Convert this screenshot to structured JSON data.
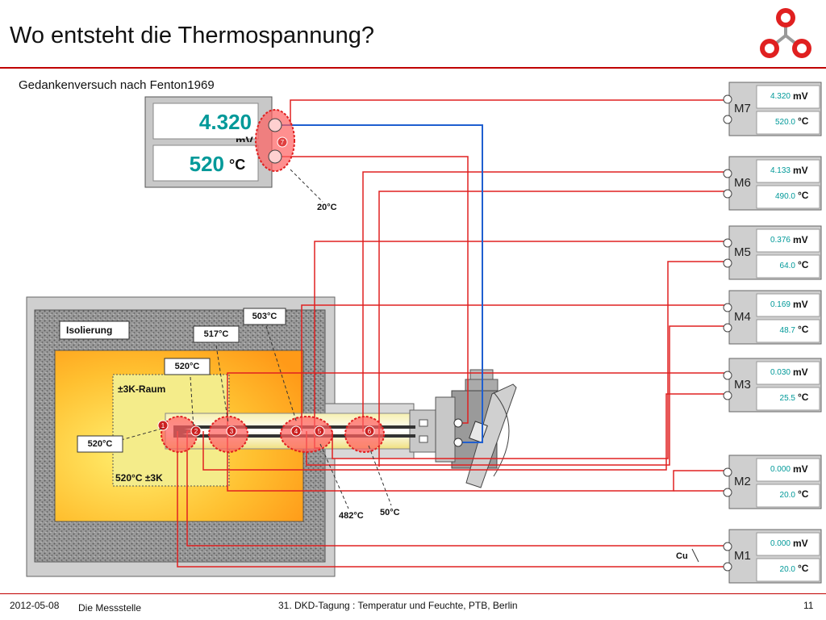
{
  "page": {
    "title": "Wo entsteht die Thermospannung?",
    "subtitle": "Gedankenversuch nach Fenton1969"
  },
  "display": {
    "voltage": "4.320",
    "voltage_unit": "mV",
    "temperature": "520",
    "temperature_unit": "°C",
    "junction_label": "7",
    "ref_temperature": "20°C"
  },
  "oven": {
    "isolation_label": "Isolierung",
    "zone_label": "±3K-Raum",
    "zone_temp_label": "520°C ±3K",
    "point_labels": [
      "1",
      "2",
      "3",
      "4",
      "5",
      "6"
    ],
    "callouts": [
      "520°C",
      "520°C",
      "517°C",
      "503°C",
      "482°C",
      "50°C"
    ]
  },
  "meters": [
    {
      "name": "M7",
      "mv": "4.320",
      "mv_unit": "mV",
      "temp": "520.0",
      "temp_unit": "°C"
    },
    {
      "name": "M6",
      "mv": "4.133",
      "mv_unit": "mV",
      "temp": "490.0",
      "temp_unit": "°C"
    },
    {
      "name": "M5",
      "mv": "0.376",
      "mv_unit": "mV",
      "temp": "64.0",
      "temp_unit": "°C"
    },
    {
      "name": "M4",
      "mv": "0.169",
      "mv_unit": "mV",
      "temp": "48.7",
      "temp_unit": "°C"
    },
    {
      "name": "M3",
      "mv": "0.030",
      "mv_unit": "mV",
      "temp": "25.5",
      "temp_unit": "°C"
    },
    {
      "name": "M2",
      "mv": "0.000",
      "mv_unit": "mV",
      "temp": "20.0",
      "temp_unit": "°C"
    },
    {
      "name": "M1",
      "mv": "0.000",
      "mv_unit": "mV",
      "temp": "20.0",
      "temp_unit": "°C"
    }
  ],
  "wire_label": "Cu",
  "footer": {
    "date": "2012-05-08",
    "section": "Die Messstelle",
    "event": "31. DKD-Tagung : Temperatur und Feuchte, PTB, Berlin",
    "page_number": "11"
  },
  "colors": {
    "accent": "#c00000",
    "value_teal": "#009999",
    "wire_red": "#e02020",
    "wire_blue": "#1f5fd0",
    "oven_orange": "#ffa020",
    "zone_yellow": "#f4ec8a"
  }
}
